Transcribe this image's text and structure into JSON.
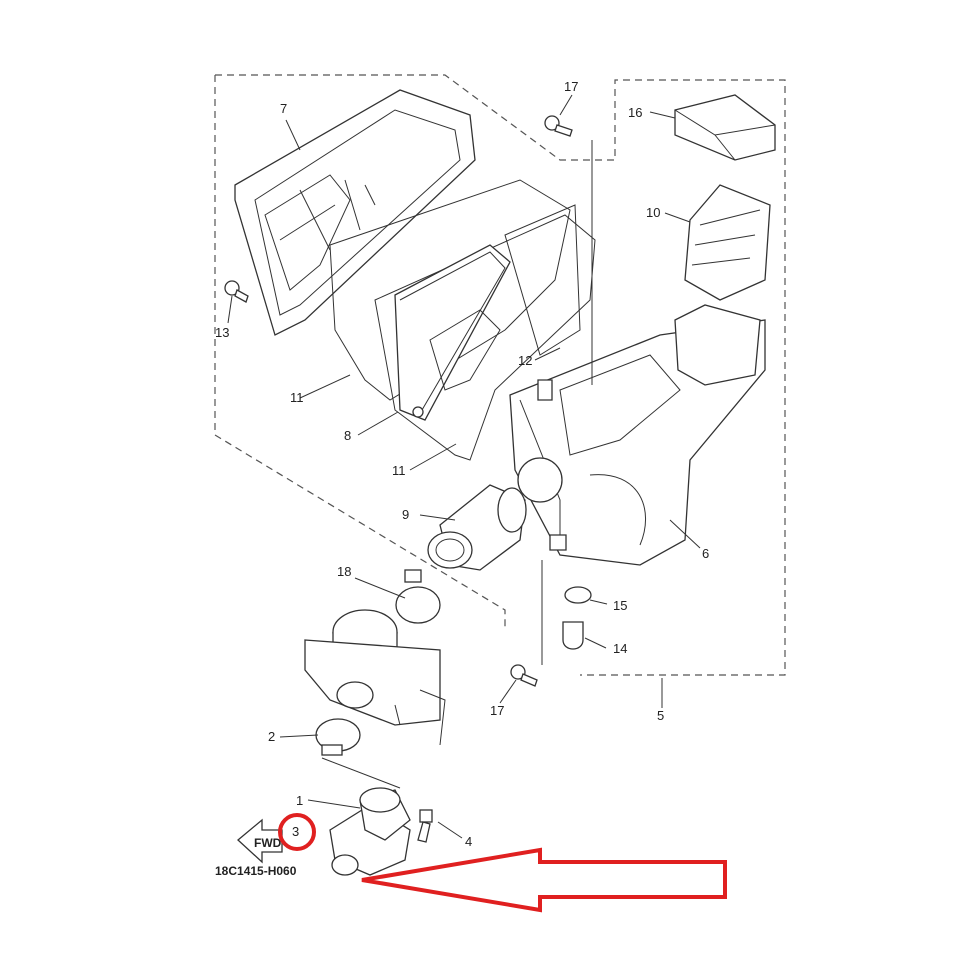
{
  "diagram": {
    "callouts": {
      "c1": "1",
      "c2": "2",
      "c3": "3",
      "c4": "4",
      "c5": "5",
      "c6": "6",
      "c7": "7",
      "c8": "8",
      "c9": "9",
      "c10": "10",
      "c11a": "11",
      "c11b": "11",
      "c12": "12",
      "c13": "13",
      "c14": "14",
      "c15": "15",
      "c16": "16",
      "c17a": "17",
      "c17b": "17",
      "c18": "18"
    },
    "fwd_label": "FWD",
    "reference_code": "18C1415-H060",
    "highlight_color": "#e02020"
  }
}
